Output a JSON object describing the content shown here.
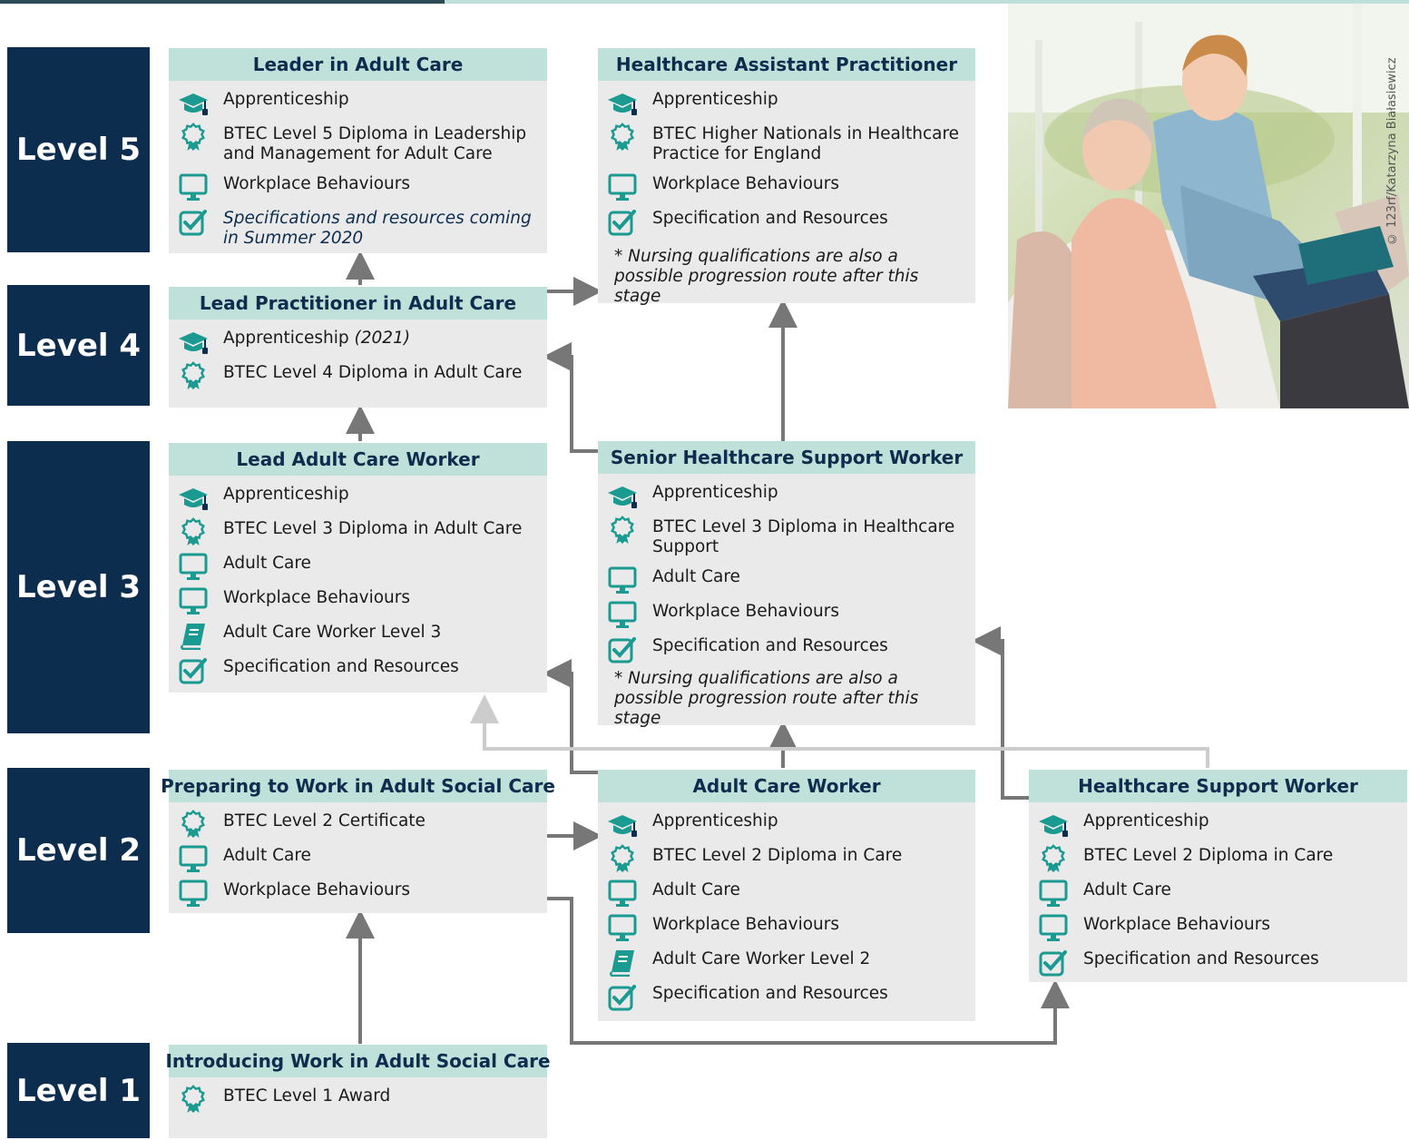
{
  "levels": {
    "l5": "Level 5",
    "l4": "Level 4",
    "l3": "Level 3",
    "l2": "Level 2",
    "l1": "Level 1"
  },
  "photo_credit": "© 123rf/Katarzyna Białasiewicz",
  "cards": {
    "leader": {
      "title": "Leader in Adult Care",
      "items": [
        "Apprenticeship",
        "BTEC Level 5 Diploma in Leadership and Management for Adult Care",
        "Workplace Behaviours",
        "Specifications and resources coming in Summer 2020"
      ]
    },
    "hap": {
      "title": "Healthcare Assistant Practitioner",
      "items": [
        "Apprenticeship",
        "BTEC Higher Nationals in Healthcare Practice for England",
        "Workplace Behaviours",
        "Specification and Resources"
      ],
      "note": "* Nursing qualifications are also a possible progression route after this stage"
    },
    "lead_prac": {
      "title": "Lead Practitioner in Adult Care",
      "items": [
        "Apprenticeship",
        "BTEC Level 4 Diploma in Adult Care"
      ],
      "apprenticeship_suffix": "(2021)"
    },
    "lead_worker": {
      "title": "Lead Adult Care Worker",
      "items": [
        "Apprenticeship",
        "BTEC Level 3 Diploma in Adult Care",
        "Adult Care",
        "Workplace Behaviours",
        "Adult Care Worker Level 3",
        "Specification and Resources"
      ]
    },
    "senior": {
      "title": "Senior Healthcare Support Worker",
      "items": [
        "Apprenticeship",
        "BTEC Level 3 Diploma in Healthcare Support",
        "Adult Care",
        "Workplace Behaviours",
        "Specification and Resources"
      ],
      "note": "* Nursing qualifications are also a possible progression route after this stage"
    },
    "preparing": {
      "title": "Preparing to Work in Adult Social Care",
      "items": [
        "BTEC Level 2 Certificate",
        "Adult Care",
        "Workplace Behaviours"
      ]
    },
    "acw": {
      "title": "Adult Care Worker",
      "items": [
        "Apprenticeship",
        "BTEC Level 2 Diploma in Care",
        "Adult Care",
        "Workplace Behaviours",
        "Adult Care Worker Level 2",
        "Specification and Resources"
      ]
    },
    "hsw": {
      "title": "Healthcare Support Worker",
      "items": [
        "Apprenticeship",
        "BTEC Level 2 Diploma in Care",
        "Adult Care",
        "Workplace Behaviours",
        "Specification and Resources"
      ]
    },
    "introducing": {
      "title": "Introducing Work in Adult Social Care",
      "items": [
        "BTEC Level 1 Award"
      ]
    }
  },
  "colors": {
    "navy": "#0d2d4e",
    "teal": "#1a9a90",
    "header": "#bfe1da",
    "card": "#ebeaeb",
    "arrow": "#777777",
    "arrow_light": "#cccccc"
  },
  "icons": [
    "graduation-cap-icon",
    "award-ribbon-icon",
    "monitor-icon",
    "book-icon",
    "checkbox-icon"
  ]
}
